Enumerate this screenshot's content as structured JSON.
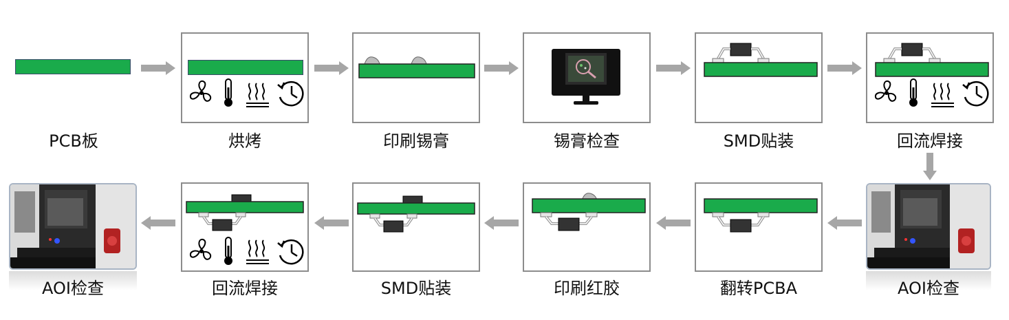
{
  "steps": {
    "pcb_board": "PCB板",
    "baking": "烘烤",
    "print_paste": "印刷锡膏",
    "paste_inspect": "锡膏检查",
    "smd_mount_1": "SMD贴装",
    "reflow_1": "回流焊接",
    "aoi_1": "AOI检查",
    "flip_pcba": "翻转PCBA",
    "print_glue": "印刷红胶",
    "smd_mount_2": "SMD贴装",
    "reflow_2": "回流焊接",
    "aoi_2": "AOI检查"
  },
  "colors": {
    "pcb_green": "#1aab4b",
    "arrow_gray": "#a6a6a6",
    "box_border": "#8c8c8c",
    "chip": "#333333"
  }
}
